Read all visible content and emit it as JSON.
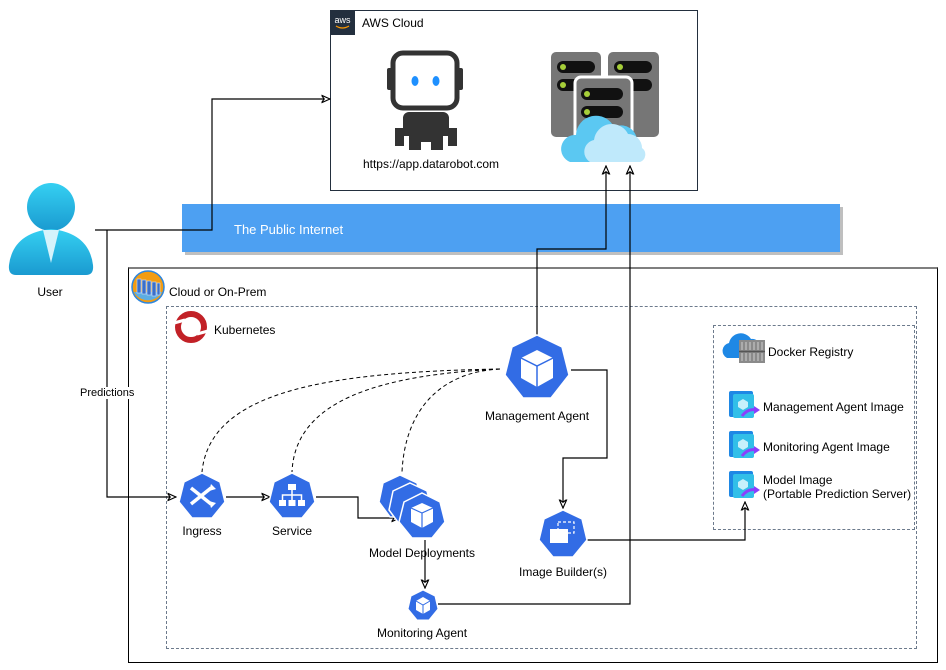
{
  "aws": {
    "title": "AWS Cloud",
    "badge_text": "aws",
    "app_url": "https://app.datarobot.com",
    "icons": [
      "datarobot-robot-icon",
      "server-cloud-icon"
    ]
  },
  "internet": {
    "label": "The Public Internet"
  },
  "user": {
    "label": "User"
  },
  "edges": {
    "predictions": "Predictions"
  },
  "cloud": {
    "title": "Cloud or On-Prem"
  },
  "kubernetes": {
    "title": "Kubernetes"
  },
  "nodes": {
    "ingress": "Ingress",
    "service": "Service",
    "model_deployments": "Model Deployments",
    "management_agent": "Management Agent",
    "image_builder": "Image Builder(s)",
    "monitoring_agent": "Monitoring Agent"
  },
  "registry": {
    "title": "Docker Registry",
    "images": [
      {
        "label": "Management Agent Image"
      },
      {
        "label": "Monitoring Agent Image"
      },
      {
        "label": "Model Image",
        "sublabel": "(Portable Prediction Server)"
      }
    ]
  },
  "colors": {
    "k8s_blue": "#326ce5",
    "internet_blue": "#4da0f2",
    "aws_dark": "#232f3e",
    "openshift_red": "#c22127"
  }
}
